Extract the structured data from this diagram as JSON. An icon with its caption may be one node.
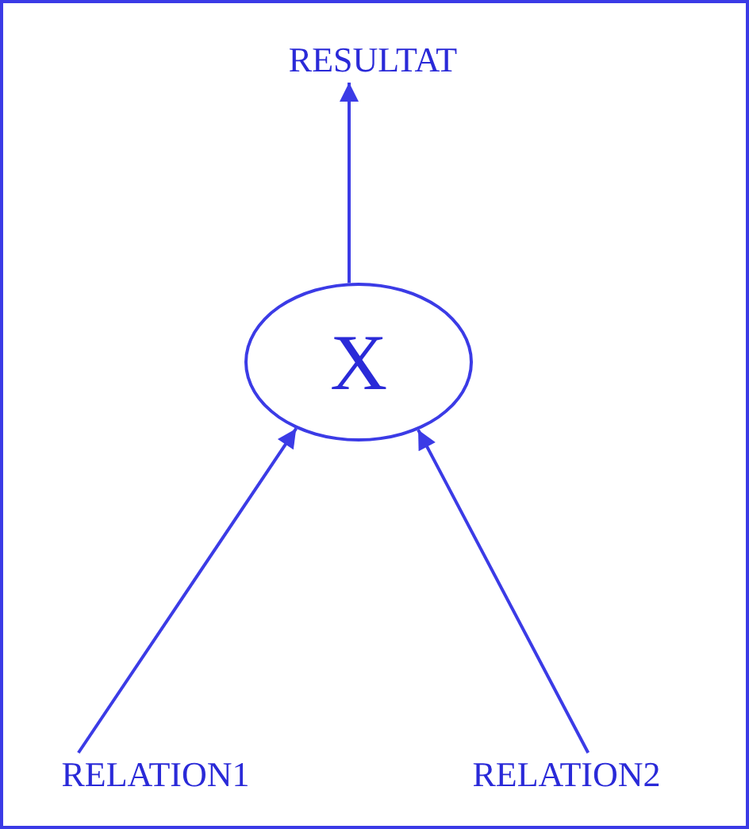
{
  "diagram": {
    "nodes": [
      {
        "text": [
          "RESULTAT"
        ]
      },
      {
        "text": [
          "X"
        ]
      },
      {
        "text": [
          "RELATION1"
        ]
      },
      {
        "text": [
          "RELATION2"
        ]
      }
    ],
    "edges": [
      {
        "from": 2,
        "to": 1,
        "arrow": "to"
      },
      {
        "from": 3,
        "to": 1,
        "arrow": "to"
      },
      {
        "from": 1,
        "to": 0,
        "arrow": "to"
      }
    ]
  }
}
